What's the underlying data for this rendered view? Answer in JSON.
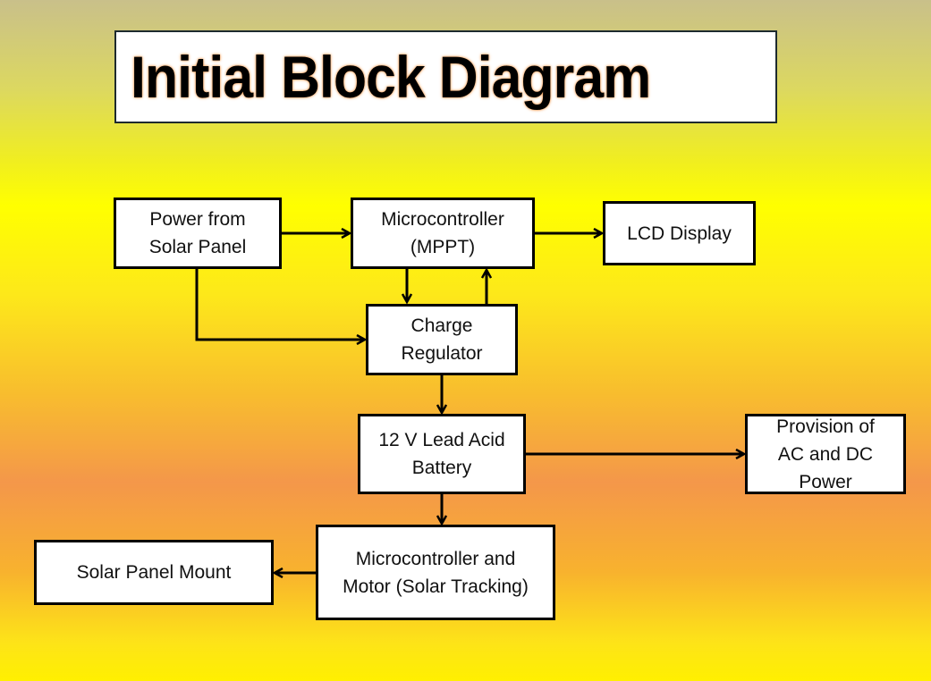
{
  "title": "Initial Block Diagram",
  "colors": {
    "background_top": "#c9c08a",
    "background_yellow": "#ffff00",
    "background_orange": "#f4974a",
    "block_fill": "#ffffff",
    "block_border": "#000000",
    "title_glow": "#f5a35c"
  },
  "blocks": {
    "solar_power": "Power from\nSolar Panel",
    "mppt": "Microcontroller\n(MPPT)",
    "lcd": "LCD Display",
    "charge_regulator": "Charge\nRegulator",
    "battery": "12 V Lead Acid\nBattery",
    "ac_dc": "Provision of\nAC and DC\nPower",
    "tracking": "Microcontroller and\nMotor (Solar Tracking)",
    "mount": "Solar Panel Mount"
  },
  "connections": [
    {
      "from": "Power from Solar Panel",
      "to": "Microcontroller (MPPT)"
    },
    {
      "from": "Power from Solar Panel",
      "to": "Charge Regulator"
    },
    {
      "from": "Microcontroller (MPPT)",
      "to": "LCD Display"
    },
    {
      "from": "Microcontroller (MPPT)",
      "to": "Charge Regulator"
    },
    {
      "from": "Charge Regulator",
      "to": "Microcontroller (MPPT)"
    },
    {
      "from": "Charge Regulator",
      "to": "12 V Lead Acid Battery"
    },
    {
      "from": "12 V Lead Acid Battery",
      "to": "Provision of AC and DC Power"
    },
    {
      "from": "12 V Lead Acid Battery",
      "to": "Microcontroller and Motor (Solar Tracking)"
    },
    {
      "from": "Microcontroller and Motor (Solar Tracking)",
      "to": "Solar Panel Mount"
    }
  ]
}
